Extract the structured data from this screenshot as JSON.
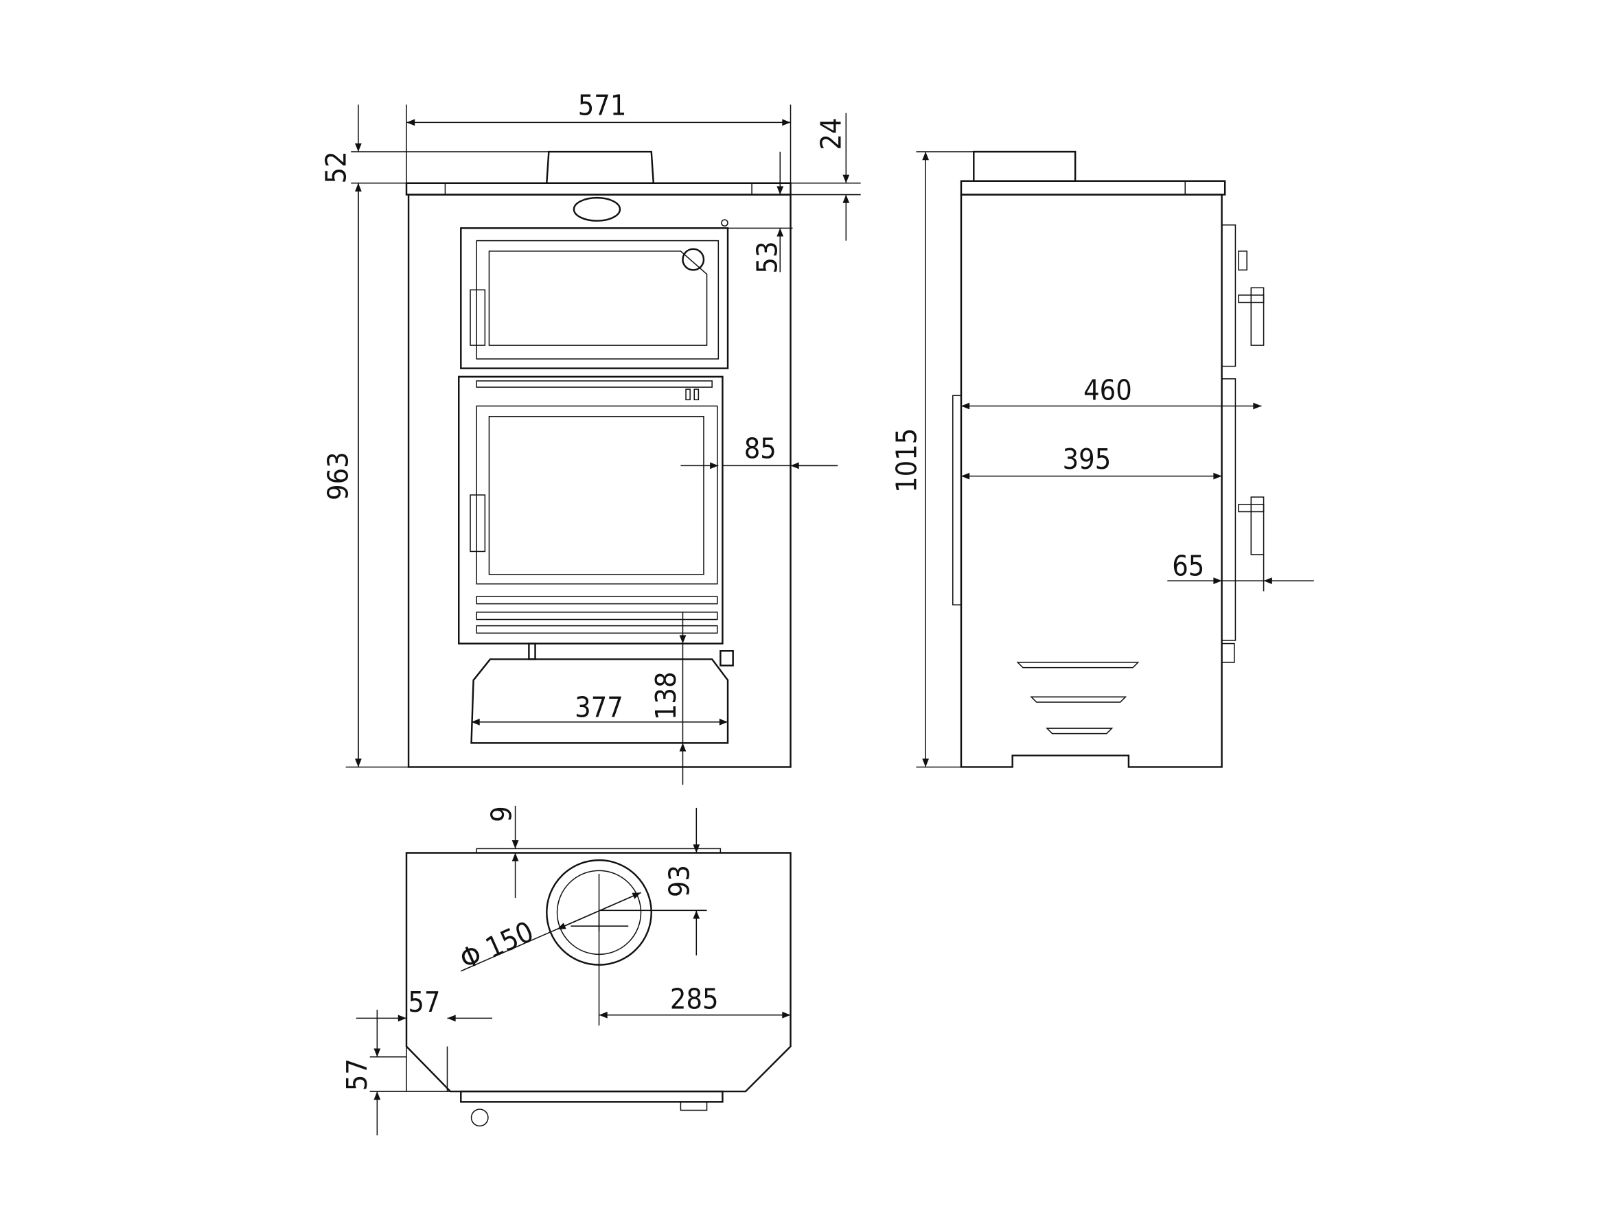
{
  "drawing": {
    "views": [
      "front",
      "side",
      "top"
    ],
    "front": {
      "width": "571",
      "collar_height": "52",
      "top_plate": "24",
      "door_offset": "53",
      "body_height": "963",
      "door_projection": "85",
      "ash_pan_width": "377",
      "ash_pan_height": "138"
    },
    "side": {
      "total_height": "1015",
      "depth_with_handles": "460",
      "body_depth": "395",
      "handle_projection": "65"
    },
    "top": {
      "lip": "9",
      "flue_offset_depth": "93",
      "flue_diameter": "Φ 150",
      "flue_offset_side": "285",
      "chamfer_x": "57",
      "chamfer_y": "57"
    },
    "colors": {
      "line": "#111111",
      "background": "#ffffff"
    }
  }
}
